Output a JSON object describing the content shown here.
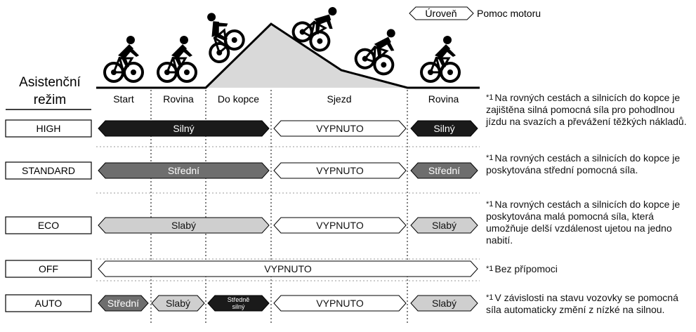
{
  "title": {
    "left": "Asistenční",
    "right": "režim"
  },
  "legend": {
    "level": "Úroveň",
    "motor": "Pomoc motoru"
  },
  "segments": [
    "Start",
    "Rovina",
    "Do kopce",
    "Sjezd",
    "Rovina"
  ],
  "modes": [
    {
      "name": "HIGH",
      "bars": [
        {
          "label": "Silný",
          "shade": "dark"
        },
        {
          "label": "VYPNUTO",
          "shade": "white"
        },
        {
          "label": "Silný",
          "shade": "dark"
        }
      ],
      "note": "Na rovných cestách a silnicích do kopce je zajištěna silná pomocná síla pro pohodlnou jízdu na svazích a převážení těžkých nákladů."
    },
    {
      "name": "STANDARD",
      "bars": [
        {
          "label": "Střední",
          "shade": "mid"
        },
        {
          "label": "VYPNUTO",
          "shade": "white"
        },
        {
          "label": "Střední",
          "shade": "mid"
        }
      ],
      "note": "Na rovných cestách a silnicích do kopce je poskytována střední pomocná síla."
    },
    {
      "name": "ECO",
      "bars": [
        {
          "label": "Slabý",
          "shade": "light"
        },
        {
          "label": "VYPNUTO",
          "shade": "white"
        },
        {
          "label": "Slabý",
          "shade": "light"
        }
      ],
      "note": "Na rovných cestách a silnicích do kopce je poskytována malá pomocná síla, která umožňuje delší vzdálenost ujetou na jedno nabití."
    },
    {
      "name": "OFF",
      "bars": [
        {
          "label": "VYPNUTO",
          "shade": "white"
        }
      ],
      "note": "Bez přípomoci"
    },
    {
      "name": "AUTO",
      "bars": [
        {
          "label": "Střední",
          "shade": "mid"
        },
        {
          "label": "Slabý",
          "shade": "light"
        },
        {
          "label": "Středně silný",
          "shade": "dark"
        },
        {
          "label": "VYPNUTO",
          "shade": "white"
        },
        {
          "label": "Slabý",
          "shade": "light"
        }
      ],
      "note": "V závislosti na stavu vozovky se pomocná síla automaticky změní z nízké na silnou."
    }
  ],
  "note_marker": "*",
  "note_marker_sup": "1",
  "colors": {
    "dark": "#1a1a1a",
    "mid": "#6e6e6e",
    "light": "#cfcfcf",
    "white": "#ffffff",
    "hill": "#d9d9d9"
  },
  "icons": [
    "cyclist-icon"
  ]
}
